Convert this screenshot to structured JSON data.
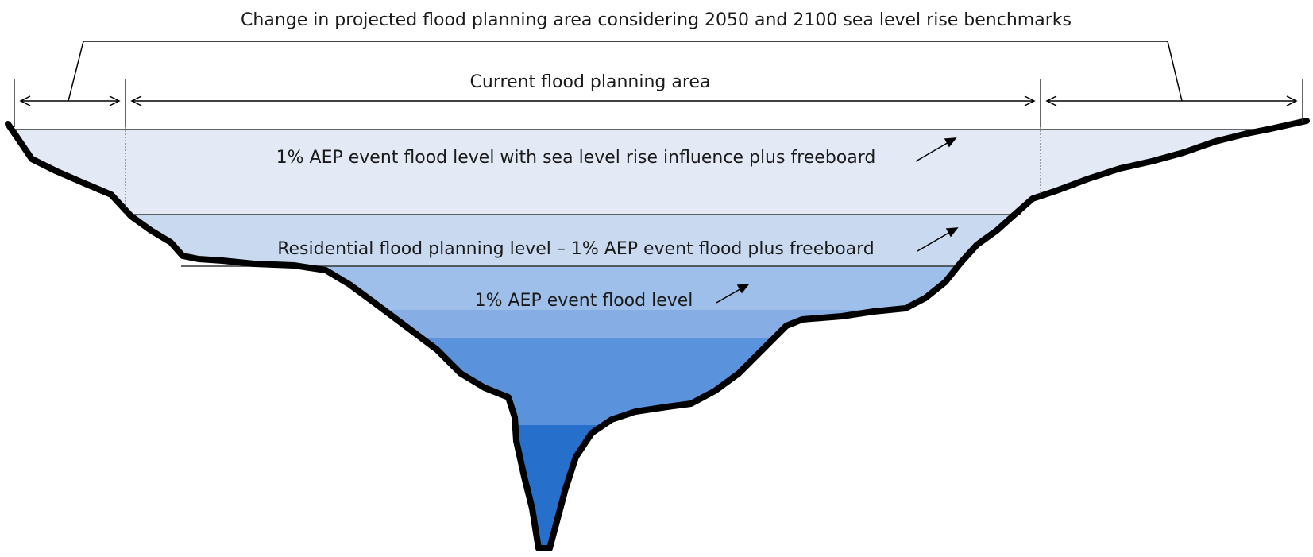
{
  "labels": {
    "change_area": "Change in projected flood planning area considering 2050 and 2100 sea level rise benchmarks",
    "current_area": "Current flood planning area",
    "slr_level": "1% AEP event flood level with sea level rise influence plus freeboard",
    "residential_level": "Residential flood planning level – 1% AEP event flood plus freeboard",
    "aep_level": "1% AEP event flood level"
  },
  "colors": {
    "terrain": "#000000",
    "water_lightest": "#e3eaf6",
    "water_light": "#c9d9f0",
    "water_mid": "#9dbfe9",
    "water_blue": "#5b92dc",
    "water_deep": "#2670cc",
    "water_deepest": "#1560bd"
  }
}
